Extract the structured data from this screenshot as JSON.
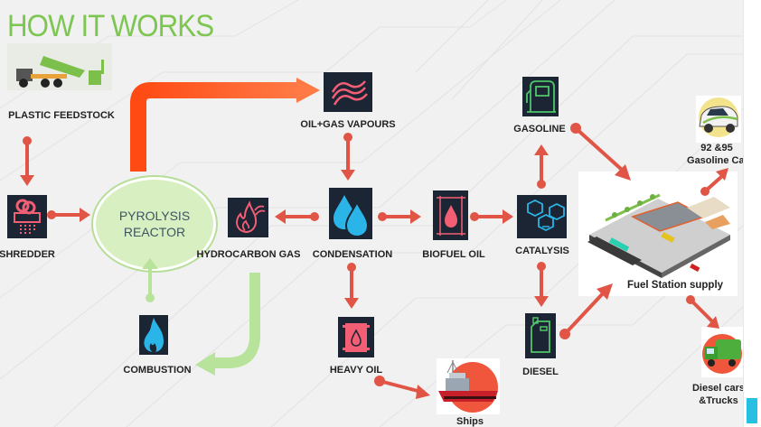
{
  "title": "HOW IT WORKS",
  "colors": {
    "title_green": "#7dc652",
    "arrow_red": "#e05545",
    "arrow_orange": "#ff4a14",
    "arrow_green": "#b7e39b",
    "icon_bg": "#1c2533",
    "pink_icon": "#f25f75",
    "blue_icon": "#2ab4e8",
    "green_icon": "#4fc56a",
    "accent_cyan": "#28c0e2"
  },
  "nodes": {
    "plastic_feedstock": {
      "label": "PLASTIC FEEDSTOCK",
      "icon": "garbage-truck-icon"
    },
    "shredder": {
      "label": "SHREDDER",
      "icon": "shredder-icon"
    },
    "pyrolysis_reactor": {
      "line1": "PYROLYSIS",
      "line2": "REACTOR"
    },
    "oil_gas_vapours": {
      "label": "OIL+GAS VAPOURS",
      "icon": "vapour-waves-icon"
    },
    "hydrocarbon_gas": {
      "label": "HYDROCARBON GAS",
      "icon": "flame-gas-icon"
    },
    "condensation": {
      "label": "CONDENSATION",
      "icon": "water-drops-icon"
    },
    "biofuel_oil": {
      "label": "BIOFUEL OIL",
      "icon": "oil-barrel-drop-icon"
    },
    "catalysis": {
      "label": "CATALYSIS",
      "icon": "molecule-hexagons-icon"
    },
    "gasoline": {
      "label": "GASOLINE",
      "icon": "fuel-pump-icon"
    },
    "diesel": {
      "label": "DIESEL",
      "icon": "jerry-can-icon"
    },
    "heavy_oil": {
      "label": "HEAVY OIL",
      "icon": "barrel-icon"
    },
    "combustion": {
      "label": "COMBUSTION",
      "icon": "blue-flame-icon"
    },
    "fuel_station": {
      "label": "Fuel Station supply",
      "icon": "gas-station-illustration"
    },
    "gasoline_cars": {
      "line1": "92 &95",
      "line2": "Gasoline Cars",
      "icon": "car-icon"
    },
    "diesel_trucks": {
      "line1": "Diesel cars",
      "line2": "&Trucks",
      "icon": "truck-icon"
    },
    "ships": {
      "label": "Ships",
      "icon": "ship-icon"
    }
  }
}
